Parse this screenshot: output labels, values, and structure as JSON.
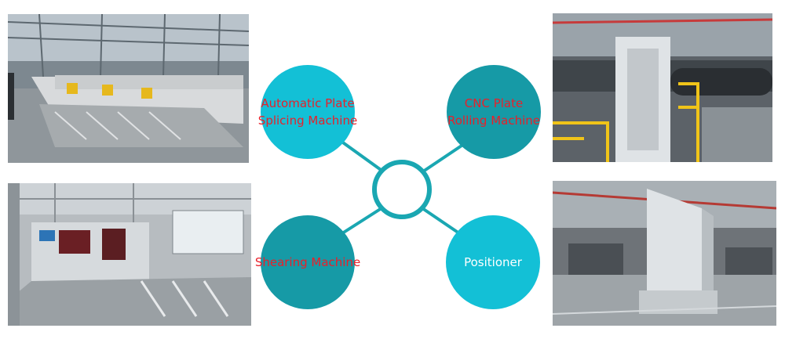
{
  "colors": {
    "node_light": "#13c0d6",
    "node_dark": "#169aa6",
    "hub_ring": "#1aa7b2",
    "connector": "#1aa7b2",
    "label_red": "#e8202a",
    "label_white": "#ffffff"
  },
  "nodes": {
    "automatic_plate_splicing": {
      "label": "Automatic Plate\nSplicing Machine"
    },
    "cnc_plate_rolling": {
      "label": "CNC Plate\nRolling Machine"
    },
    "shearing": {
      "label": "Shearing Machine"
    },
    "positioner": {
      "label": "Positioner"
    }
  },
  "photos": {
    "top_left": "automatic-plate-splicing-machine-photo",
    "top_right": "cnc-plate-rolling-machine-photo",
    "bottom_left": "shearing-machine-photo",
    "bottom_right": "positioner-photo"
  }
}
